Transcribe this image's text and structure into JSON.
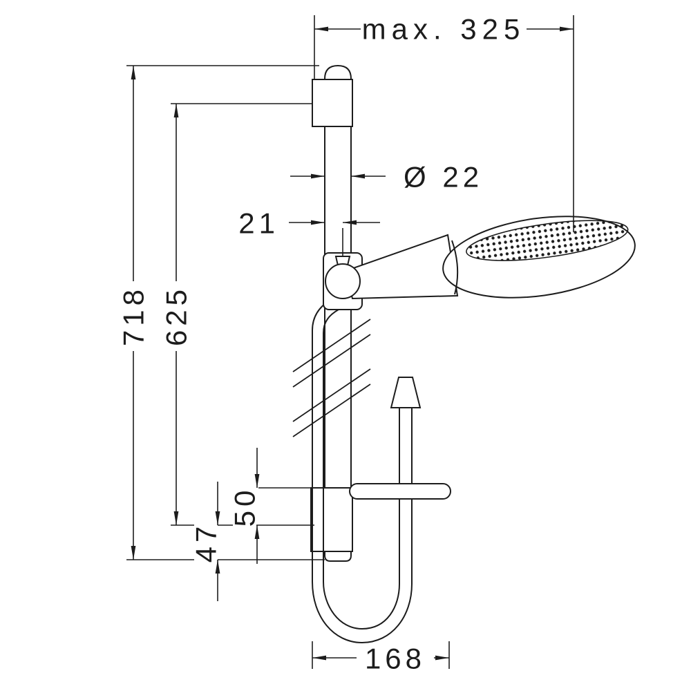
{
  "colors": {
    "line": "#1c1c1c",
    "background": "#ffffff"
  },
  "dimensions": {
    "max_reach": "max. 325",
    "bar_diameter": "Ø 22",
    "holder_offset": "21",
    "overall_height": "718",
    "hole_spacing": "625",
    "lower_overhang": "47",
    "bracket_offset": "50",
    "base_width": "168"
  }
}
